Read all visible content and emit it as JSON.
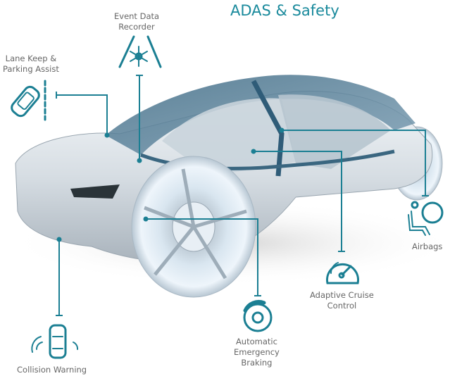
{
  "title": "ADAS & Safety",
  "accent_color": "#1b7f93",
  "features": {
    "event_data_recorder": {
      "line1": "Event Data",
      "line2": "Recorder",
      "icon": "road-snowflake-icon"
    },
    "lane_keep": {
      "line1": "Lane Keep &",
      "line2": "Parking Assist",
      "icon": "car-lane-icon"
    },
    "airbags": {
      "line1": "Airbags",
      "icon": "seated-person-airbag-icon"
    },
    "adaptive_cruise": {
      "line1": "Adaptive Cruise",
      "line2": "Control",
      "icon": "speedometer-icon"
    },
    "aeb": {
      "line1": "Automatic",
      "line2": "Emergency",
      "line3": "Braking",
      "icon": "brake-disc-icon"
    },
    "collision_warning": {
      "line1": "Collision Warning",
      "icon": "car-sensor-icon"
    }
  }
}
